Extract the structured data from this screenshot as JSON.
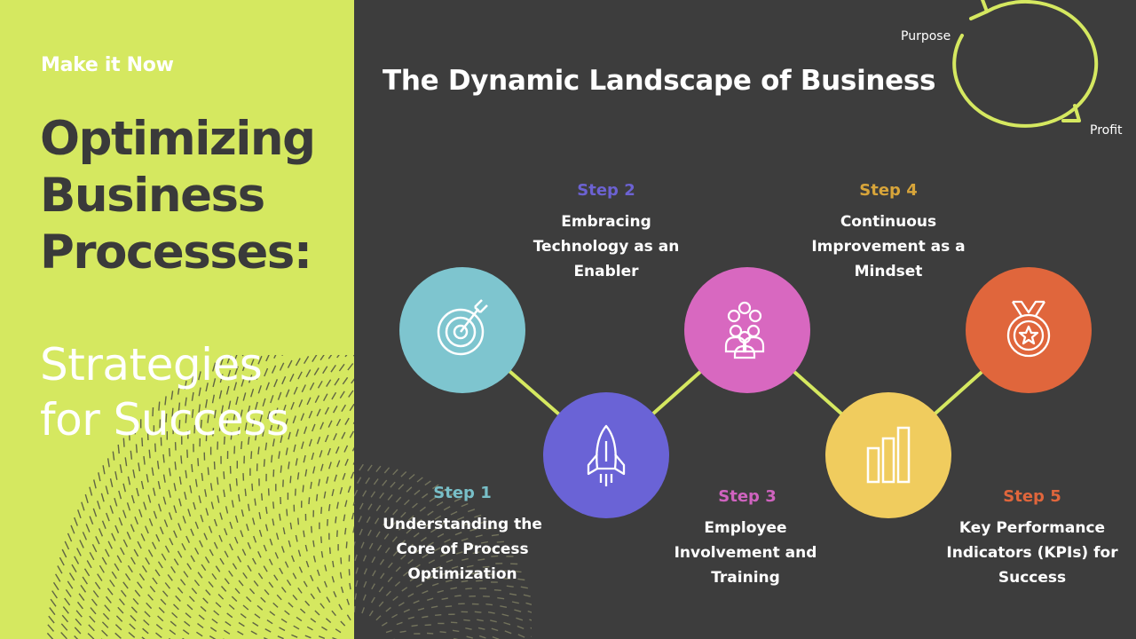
{
  "left_panel": {
    "eyebrow": "Make it Now",
    "title_lines": [
      "Optimizing",
      "Business",
      "Processes:"
    ],
    "subtitle_lines": [
      "Strategies",
      "for Success"
    ]
  },
  "heading": "The Dynamic Landscape of Business",
  "cycle": {
    "purpose": "Purpose",
    "profit": "Profit"
  },
  "steps": [
    {
      "label": "Step 1",
      "text_lines": [
        "Understanding the",
        "Core of Process",
        "Optimization"
      ],
      "color": "#7ec5cf",
      "label_color": "#78bfc8",
      "icon": "target-icon"
    },
    {
      "label": "Step 2",
      "text_lines": [
        "Embracing",
        "Technology as an",
        "Enabler"
      ],
      "color": "#6a63d6",
      "label_color": "#6c62d2",
      "icon": "rocket-icon"
    },
    {
      "label": "Step 3",
      "text_lines": [
        "Employee",
        "Involvement and",
        "Training"
      ],
      "color": "#d868c0",
      "label_color": "#cf63bf",
      "icon": "people-icon"
    },
    {
      "label": "Step 4",
      "text_lines": [
        "Continuous",
        "Improvement as a",
        "Mindset"
      ],
      "color": "#f0cc5e",
      "label_color": "#d8a53a",
      "icon": "bar-chart-icon"
    },
    {
      "label": "Step 5",
      "text_lines": [
        "Key Performance",
        "Indicators (KPIs) for",
        "Success"
      ],
      "color": "#e0663c",
      "label_color": "#e0663c",
      "icon": "medal-icon"
    }
  ],
  "colors": {
    "accent": "#d5e860",
    "background": "#3d3d3d"
  }
}
